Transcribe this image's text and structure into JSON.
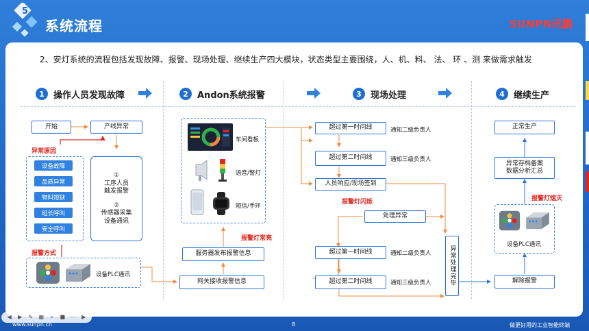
{
  "header": {
    "slide_number": "5",
    "title": "系统流程",
    "brand_latin": "SUNPN",
    "brand_cn": "讯鹏"
  },
  "intro": "2、安灯系统的流程包括发现故障、报警、现场处理、继续生产四大模块，状态类型主要围绕，人、机、料、 法、 环 、测 来做需求触发",
  "steps": [
    {
      "num": "1",
      "label": "操作人员发现故障"
    },
    {
      "num": "2",
      "label": "Andon系统报警"
    },
    {
      "num": "3",
      "label": "现场处理"
    },
    {
      "num": "4",
      "label": "继续生产"
    }
  ],
  "col1": {
    "start": "开始",
    "line_abnormal": "产线异常",
    "cause_label": "异常原因",
    "causes": [
      "设备故障",
      "品质异常",
      "物料短缺",
      "组长呼叫",
      "安全呼叫"
    ],
    "trigger_num1": "①",
    "trigger_text1": "工序人员",
    "trigger_text1b": "触发报警",
    "trigger_num2": "②",
    "trigger_text2": "传感器采集",
    "trigger_text2b": "设备通讯",
    "alarm_way_label": "报警方式",
    "plc_label": "设备PLC通讯"
  },
  "col2": {
    "board": "车间看板",
    "voice": "语音/警灯",
    "sms": "短信/手环",
    "light_on_label": "报警灯常亮",
    "server": "服务器发布报警信息",
    "gateway": "网关接收报警信息"
  },
  "col3": {
    "exceed1": "超过第一时间线",
    "exceed2": "超过第二时间线",
    "notify2": "通知二级负责人",
    "notify3": "通知三级负责人",
    "response": "人员响应/现场签到",
    "flash_label": "报警灯闪烁",
    "handle": "处理异常",
    "exceed1b": "超过第一时间线",
    "exceed2b": "超过第二时间线",
    "notify2b": "通知二级负责人",
    "notify3b": "通知三级负责人",
    "done": "异常处理完毕"
  },
  "col4": {
    "normal": "正常生产",
    "archive1": "异常存档备案",
    "archive2": "数据分析汇总",
    "light_off_label": "报警灯熄灭",
    "plc_label": "设备PLC通讯",
    "release": "解除报警"
  },
  "footer": {
    "url": "www.sunpn.cn",
    "page": "8",
    "slogan": "做更好用的工业智能终端"
  },
  "colors": {
    "accent": "#2d74d6",
    "alarm_red": "#e0261f",
    "wire_orange": "#f08a3c"
  }
}
